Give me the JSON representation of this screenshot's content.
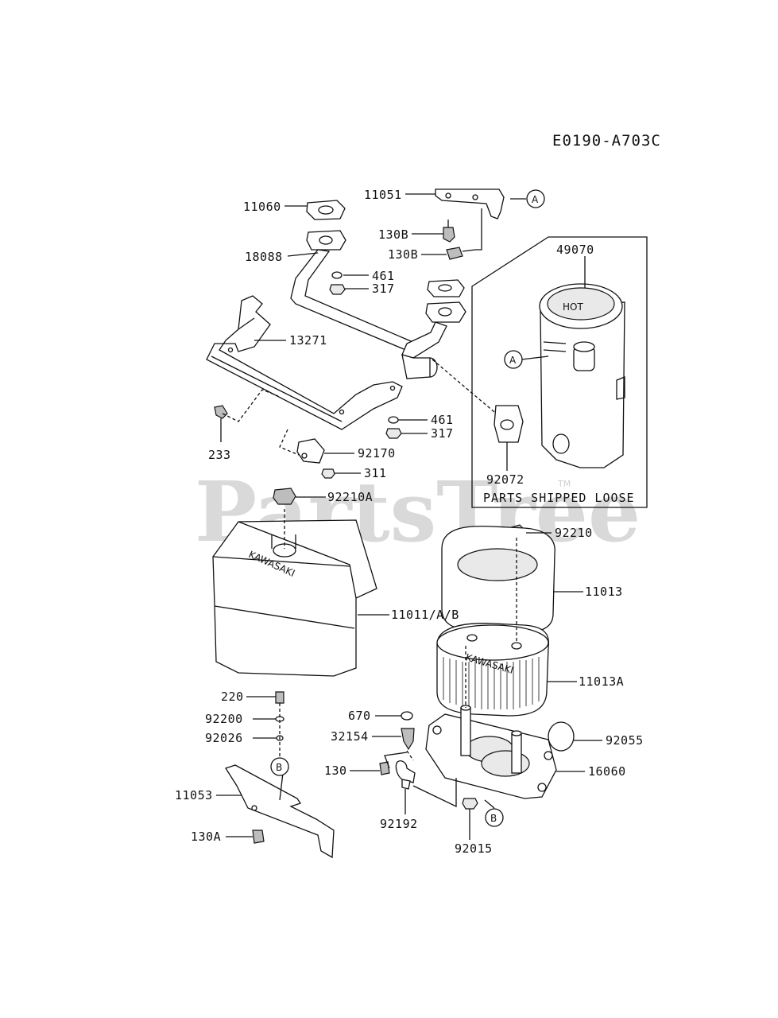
{
  "diagram_code": "E0190-A703C",
  "note": "PARTS SHIPPED LOOSE",
  "watermark": "PartsTree",
  "watermark_tm": "TM",
  "part_labels": [
    {
      "id": "p11060",
      "text": "11060"
    },
    {
      "id": "p11051",
      "text": "11051"
    },
    {
      "id": "p130B_1",
      "text": "130B"
    },
    {
      "id": "p130B_2",
      "text": "130B"
    },
    {
      "id": "p18088",
      "text": "18088"
    },
    {
      "id": "p461_1",
      "text": "461"
    },
    {
      "id": "p317_1",
      "text": "317"
    },
    {
      "id": "p49070",
      "text": "49070"
    },
    {
      "id": "p13271",
      "text": "13271"
    },
    {
      "id": "p461_2",
      "text": "461"
    },
    {
      "id": "p317_2",
      "text": "317"
    },
    {
      "id": "p233",
      "text": "233"
    },
    {
      "id": "p92170",
      "text": "92170"
    },
    {
      "id": "p311",
      "text": "311"
    },
    {
      "id": "p92072",
      "text": "92072"
    },
    {
      "id": "p92210A",
      "text": "92210A"
    },
    {
      "id": "p92210",
      "text": "92210"
    },
    {
      "id": "p11013",
      "text": "11013"
    },
    {
      "id": "p11011AB",
      "text": "11011/A/B"
    },
    {
      "id": "p11013A",
      "text": "11013A"
    },
    {
      "id": "p220",
      "text": "220"
    },
    {
      "id": "p670",
      "text": "670"
    },
    {
      "id": "p92200",
      "text": "92200"
    },
    {
      "id": "p32154",
      "text": "32154"
    },
    {
      "id": "p92055",
      "text": "92055"
    },
    {
      "id": "p92026",
      "text": "92026"
    },
    {
      "id": "p16060",
      "text": "16060"
    },
    {
      "id": "p130",
      "text": "130"
    },
    {
      "id": "p11053",
      "text": "11053"
    },
    {
      "id": "p92192",
      "text": "92192"
    },
    {
      "id": "p130A",
      "text": "130A"
    },
    {
      "id": "p92015",
      "text": "92015"
    }
  ],
  "ref_markers": [
    {
      "id": "refA_1",
      "text": "A"
    },
    {
      "id": "refA_2",
      "text": "A"
    },
    {
      "id": "refB_1",
      "text": "B"
    },
    {
      "id": "refB_2",
      "text": "B"
    }
  ],
  "decal_text": {
    "muffler_top": "HOT",
    "cover_decal": "KAWASAKI",
    "element_decal": "KAWASAKI"
  }
}
